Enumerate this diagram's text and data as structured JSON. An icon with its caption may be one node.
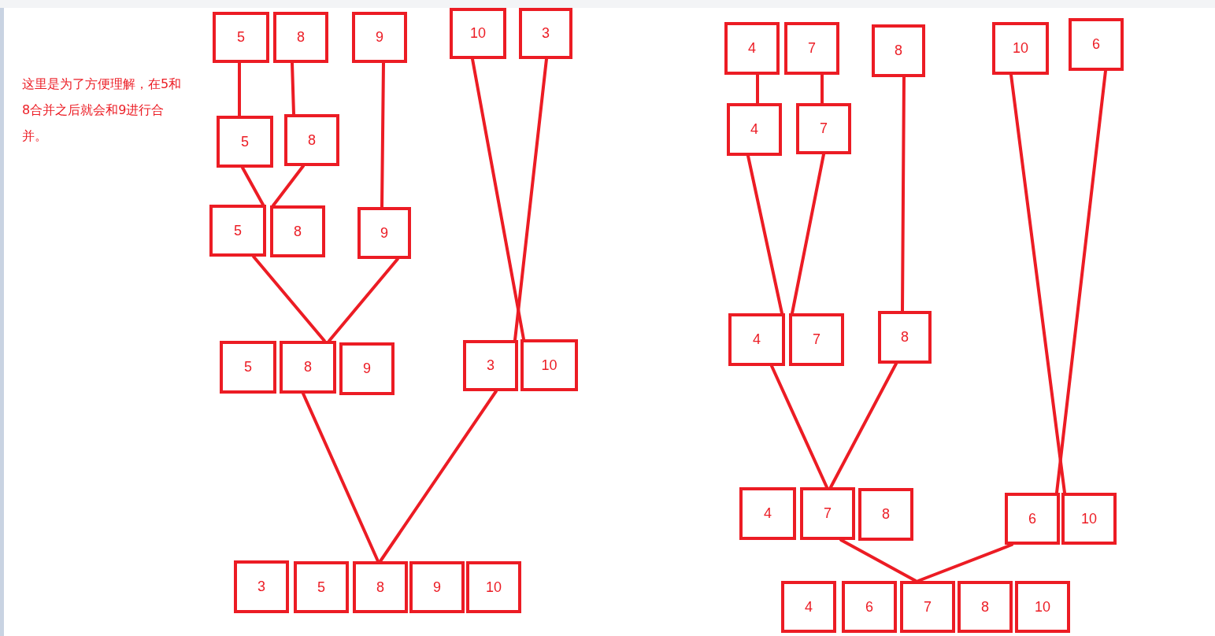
{
  "diagram": {
    "nodes": [
      {
        "text": [
          "5"
        ]
      },
      {
        "text": [
          "8"
        ]
      },
      {
        "text": [
          "9"
        ]
      },
      {
        "text": [
          "10"
        ]
      },
      {
        "text": [
          "3"
        ]
      },
      {
        "text": [
          "5"
        ]
      },
      {
        "text": [
          "8"
        ]
      },
      {
        "text": [
          "5"
        ]
      },
      {
        "text": [
          "8"
        ]
      },
      {
        "text": [
          "9"
        ]
      },
      {
        "text": [
          "5"
        ]
      },
      {
        "text": [
          "8"
        ]
      },
      {
        "text": [
          "9"
        ]
      },
      {
        "text": [
          "3"
        ]
      },
      {
        "text": [
          "10"
        ]
      },
      {
        "text": [
          "3"
        ]
      },
      {
        "text": [
          "5"
        ]
      },
      {
        "text": [
          "8"
        ]
      },
      {
        "text": [
          "9"
        ]
      },
      {
        "text": [
          "10"
        ]
      },
      {
        "text": [
          "4"
        ]
      },
      {
        "text": [
          "7"
        ]
      },
      {
        "text": [
          "8"
        ]
      },
      {
        "text": [
          "10"
        ]
      },
      {
        "text": [
          "6"
        ]
      },
      {
        "text": [
          "4"
        ]
      },
      {
        "text": [
          "7"
        ]
      },
      {
        "text": [
          "4"
        ]
      },
      {
        "text": [
          "7"
        ]
      },
      {
        "text": [
          "8"
        ]
      },
      {
        "text": [
          "4"
        ]
      },
      {
        "text": [
          "7"
        ]
      },
      {
        "text": [
          "8"
        ]
      },
      {
        "text": [
          "6"
        ]
      },
      {
        "text": [
          "10"
        ]
      },
      {
        "text": [
          "4"
        ]
      },
      {
        "text": [
          "6"
        ]
      },
      {
        "text": [
          "7"
        ]
      },
      {
        "text": [
          "8"
        ]
      },
      {
        "text": [
          "10"
        ]
      }
    ],
    "edges": [
      {
        "from": 0,
        "to": 5,
        "arrow": "none"
      },
      {
        "from": 1,
        "to": 6,
        "arrow": "none"
      },
      {
        "from": 2,
        "to": 9,
        "arrow": "none"
      },
      {
        "from": 3,
        "to": 14,
        "arrow": "none"
      },
      {
        "from": 4,
        "to": 13,
        "arrow": "none"
      },
      {
        "from": 5,
        "to": 7,
        "arrow": "none"
      },
      {
        "from": 6,
        "to": 8,
        "arrow": "none"
      },
      {
        "from": 7,
        "to": 11,
        "arrow": "none"
      },
      {
        "from": 9,
        "to": 11,
        "arrow": "none"
      },
      {
        "from": 11,
        "to": 17,
        "arrow": "none"
      },
      {
        "from": 13,
        "to": 17,
        "arrow": "none"
      },
      {
        "from": 20,
        "to": 25,
        "arrow": "none"
      },
      {
        "from": 21,
        "to": 26,
        "arrow": "none"
      },
      {
        "from": 22,
        "to": 29,
        "arrow": "none"
      },
      {
        "from": 25,
        "to": 27,
        "arrow": "none"
      },
      {
        "from": 26,
        "to": 28,
        "arrow": "none"
      },
      {
        "from": 27,
        "to": 31,
        "arrow": "none"
      },
      {
        "from": 29,
        "to": 31,
        "arrow": "none"
      },
      {
        "from": 23,
        "to": 34,
        "arrow": "none"
      },
      {
        "from": 24,
        "to": 33,
        "arrow": "none"
      },
      {
        "from": 31,
        "to": 37,
        "arrow": "none"
      },
      {
        "from": 33,
        "to": 37,
        "arrow": "none"
      }
    ],
    "labels": [
      "这里是为了方便理解，在5和8合并之后就会和9进行合并。"
    ]
  }
}
